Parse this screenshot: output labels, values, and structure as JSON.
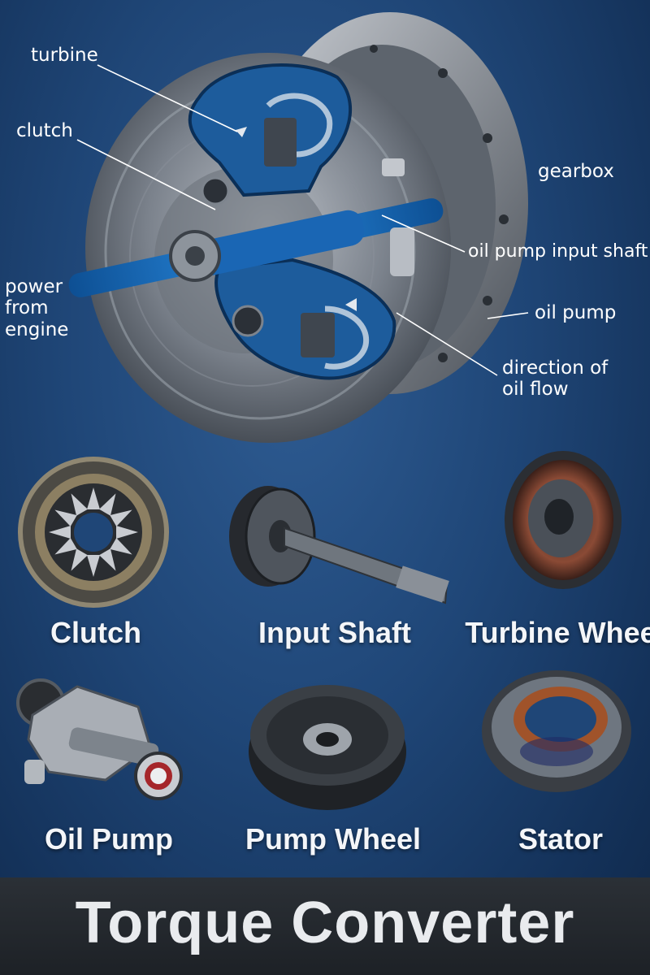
{
  "diagram": {
    "callouts": {
      "turbine": "turbine",
      "clutch": "clutch",
      "gearbox": "gearbox",
      "oil_pump_input_shaft": "oil pump input shaft",
      "power_from_engine": [
        "power",
        "from",
        "engine"
      ],
      "oil_pump": "oil pump",
      "direction_of_oil_flow": [
        "direction of",
        "oil flow"
      ]
    },
    "colors": {
      "accent_blue": "#1f7fd0",
      "steel": "#8a9099",
      "background": "#1f4677"
    }
  },
  "parts": [
    {
      "label": "Clutch",
      "icon": "clutch-icon"
    },
    {
      "label": "Input Shaft",
      "icon": "input-shaft-icon"
    },
    {
      "label": "Turbine Wheel",
      "icon": "turbine-wheel-icon"
    },
    {
      "label": "Oil Pump",
      "icon": "oil-pump-icon"
    },
    {
      "label": "Pump Wheel",
      "icon": "pump-wheel-icon"
    },
    {
      "label": "Stator",
      "icon": "stator-icon"
    }
  ],
  "title": "Torque Converter"
}
